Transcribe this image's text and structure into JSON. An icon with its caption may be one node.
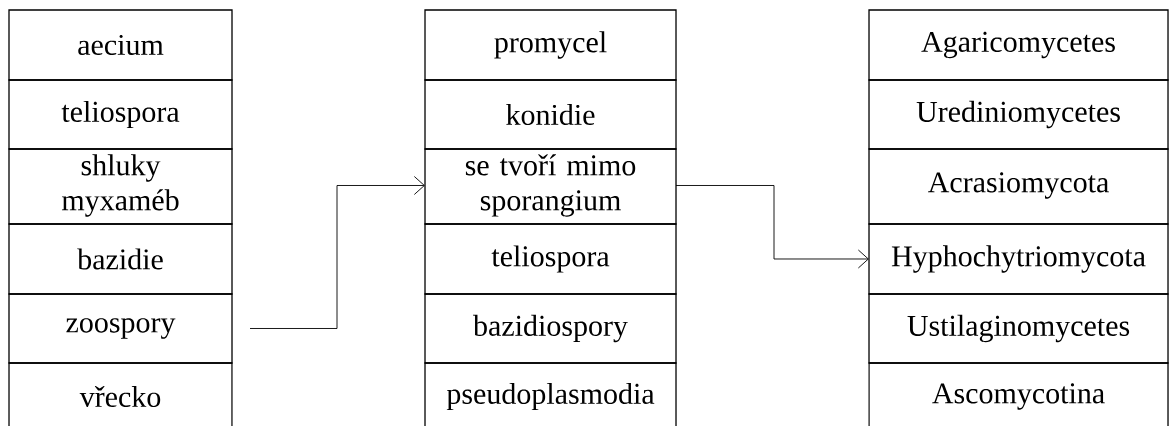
{
  "diagram": {
    "nodes": [
      {
        "text": [
          "aecium"
        ]
      },
      {
        "text": [
          "teliospora"
        ]
      },
      {
        "text": [
          "shluky myxaméb"
        ]
      },
      {
        "text": [
          "bazidie"
        ]
      },
      {
        "text": [
          "zoospory"
        ]
      },
      {
        "text": [
          "vřecko"
        ]
      },
      {
        "text": [
          "promycel"
        ]
      },
      {
        "text": [
          "konidie"
        ]
      },
      {
        "text": [
          "se tvoří mimo sporangium"
        ]
      },
      {
        "text": [
          "teliospora"
        ]
      },
      {
        "text": [
          "bazidiospory"
        ]
      },
      {
        "text": [
          "pseudoplasmodia"
        ]
      },
      {
        "text": [
          "Agaricomycetes"
        ]
      },
      {
        "text": [
          "Urediniomycetes"
        ]
      },
      {
        "text": [
          "Acrasiomycota"
        ]
      },
      {
        "text": [
          "Hyphochytriomycota"
        ]
      },
      {
        "text": [
          "Ustilaginomycetes"
        ]
      },
      {
        "text": [
          "Ascomycotina"
        ]
      }
    ],
    "edges": [
      {
        "from": 4,
        "to": 8,
        "arrow": "to"
      },
      {
        "from": 8,
        "to": 15,
        "arrow": "to"
      }
    ]
  }
}
